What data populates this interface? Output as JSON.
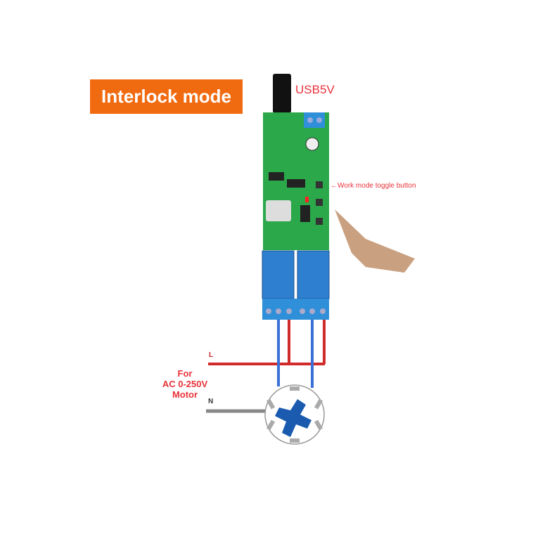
{
  "title": "Interlock mode",
  "usb_label": "USB5V",
  "toggle_label": "←Work mode toggle button",
  "motor_label": [
    "For",
    "AC 0-250V",
    "Motor"
  ],
  "line_label": "L",
  "neutral_label": "N",
  "colors": {
    "accent": "#f06a10",
    "pcb": "#2aa84a",
    "relay": "#2f7fd0",
    "live": "#d02a2a",
    "wire": "#3a6fd8",
    "neutral": "#888888"
  }
}
